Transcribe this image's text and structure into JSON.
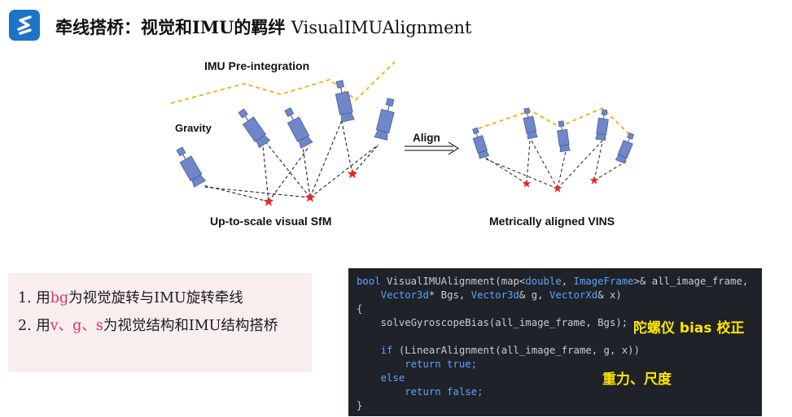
{
  "header": {
    "title_cn": "牵线搭桥：视觉和IMU的羁绊",
    "title_en": "VisualIMUAlignment",
    "logo_icon": "s-logo-icon"
  },
  "figure": {
    "label_preintegration": "IMU Pre-integration",
    "label_gravity": "Gravity",
    "label_align": "Align",
    "label_sfm": "Up-to-scale visual SfM",
    "label_vins": "Metrically aligned VINS"
  },
  "bullets": {
    "line1_prefix": "1. 用",
    "line1_hl": "bg",
    "line1_suffix": "为视觉旋转与IMU旋转牵线",
    "line2_prefix": "2. 用",
    "line2_hl": "v、g、s",
    "line2_suffix": "为视觉结构和IMU结构搭桥"
  },
  "code": {
    "l1_kw": "bool",
    "l1_fn": " VisualIMUAlignment(map<",
    "l1_ty1": "double",
    "l1_mid": ", ",
    "l1_ty2": "ImageFrame",
    "l1_end": ">& all_image_frame,",
    "l2_ty1": "Vector3d",
    "l2_a": "* Bgs, ",
    "l2_ty2": "Vector3d",
    "l2_b": "& g, ",
    "l2_ty3": "VectorXd",
    "l2_c": "& x)",
    "l3": "{",
    "l4": "solveGyroscopeBias(all_image_frame, Bgs);",
    "l6_kw": "if",
    "l6_rest": " (LinearAlignment(all_image_frame, g, x))",
    "l7_kw": "return",
    "l7_val": " true;",
    "l8_kw": "else",
    "l9_kw": "return",
    "l9_val": " false;",
    "l10": "}"
  },
  "notes": {
    "gyro_bias": "陀螺仪 bias 校正",
    "gravity_scale": "重力、尺度"
  },
  "colors": {
    "logo_bg": "#1e73c8",
    "highlight": "#d6336c",
    "note": "#ffe600",
    "camera": "#6f86c9",
    "dash_yellow": "#f2b41f",
    "star": "#e8262c"
  }
}
